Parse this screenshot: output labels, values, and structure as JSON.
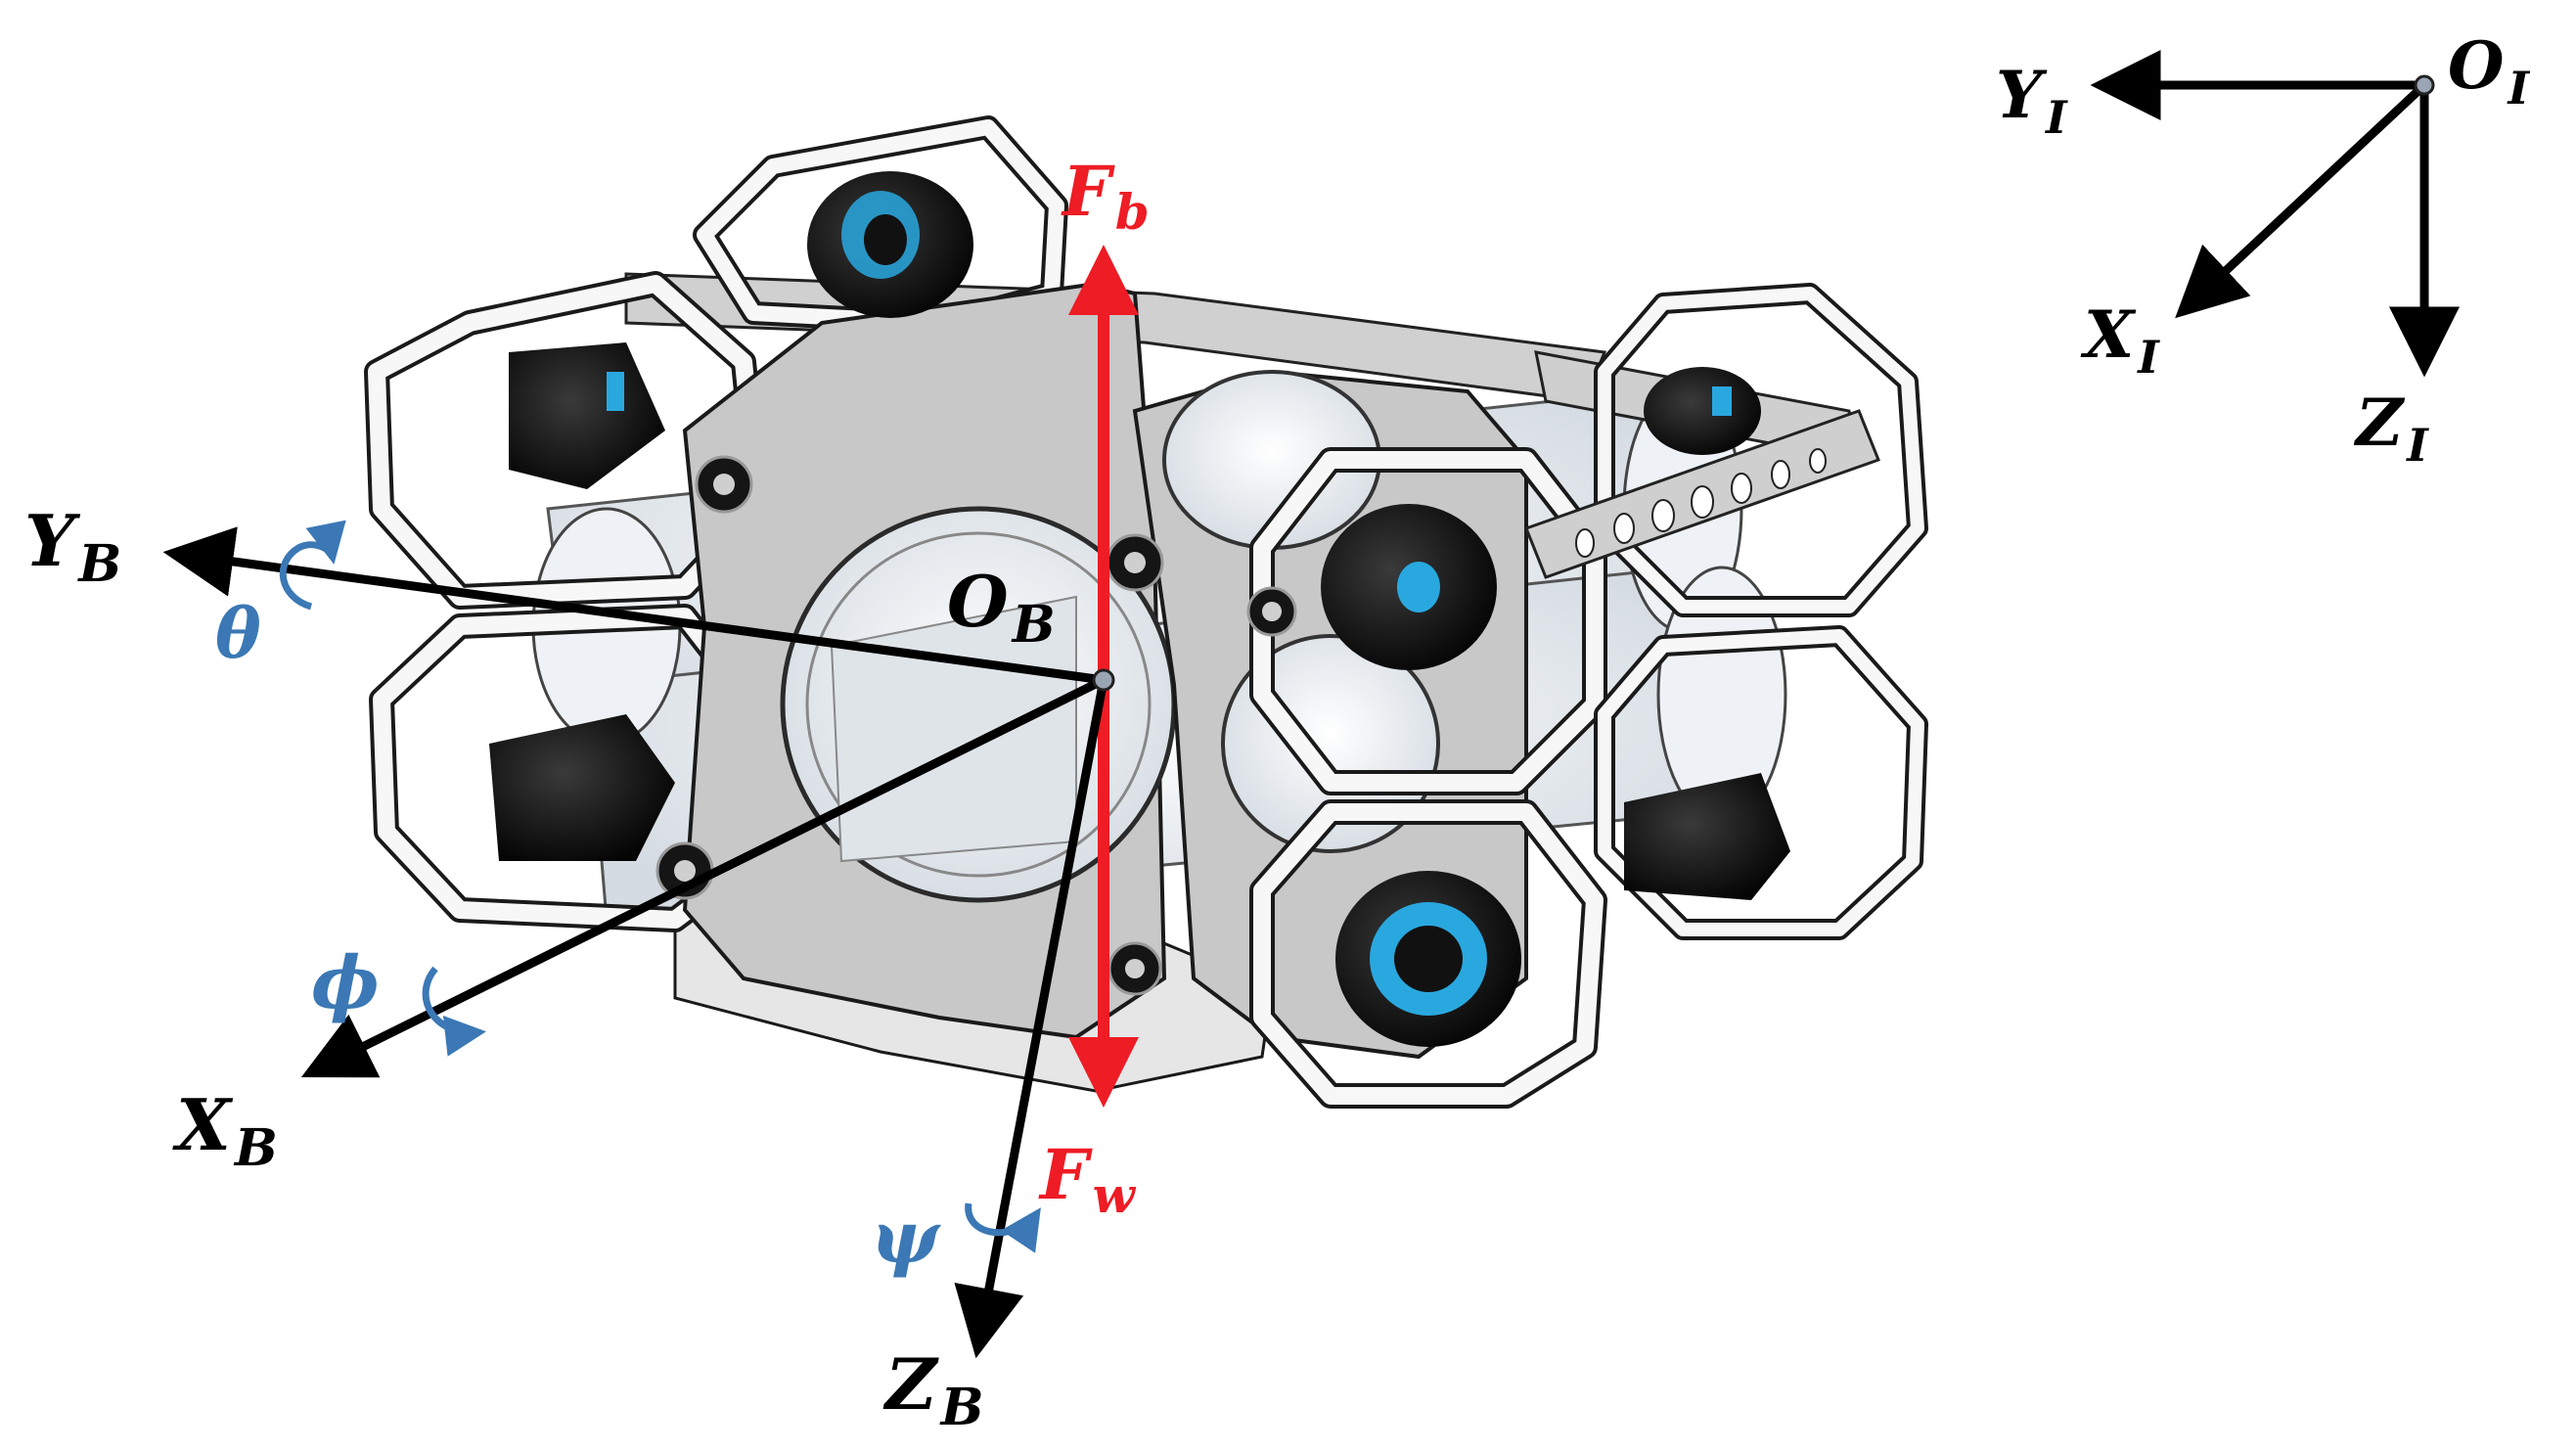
{
  "colors": {
    "axis": "#000000",
    "force": "#ee1c24",
    "angle": "#3b78b5",
    "frame_outline": "#1a1a1a",
    "frame_fill": "#f4f4f4",
    "plate_fill": "#c9c9c9",
    "hull_fill": "#e9edf1",
    "thruster_body": "#121212",
    "thruster_accent": "#29a8e0"
  },
  "inertial_frame": {
    "origin": {
      "main": "O",
      "sub": "I"
    },
    "x_axis": {
      "main": "X",
      "sub": "I"
    },
    "y_axis": {
      "main": "Y",
      "sub": "I"
    },
    "z_axis": {
      "main": "Z",
      "sub": "I"
    }
  },
  "body_frame": {
    "origin": {
      "main": "O",
      "sub": "B"
    },
    "x_axis": {
      "main": "X",
      "sub": "B"
    },
    "y_axis": {
      "main": "Y",
      "sub": "B"
    },
    "z_axis": {
      "main": "Z",
      "sub": "B"
    }
  },
  "rotations": {
    "roll": "ϕ",
    "pitch": "θ",
    "yaw": "ψ"
  },
  "forces": {
    "buoyancy": {
      "main": "F",
      "sub": "b"
    },
    "weight": {
      "main": "F",
      "sub": "w"
    }
  },
  "icons": [
    "rov-vehicle-icon",
    "thruster-icon",
    "rotation-arrow-icon"
  ]
}
